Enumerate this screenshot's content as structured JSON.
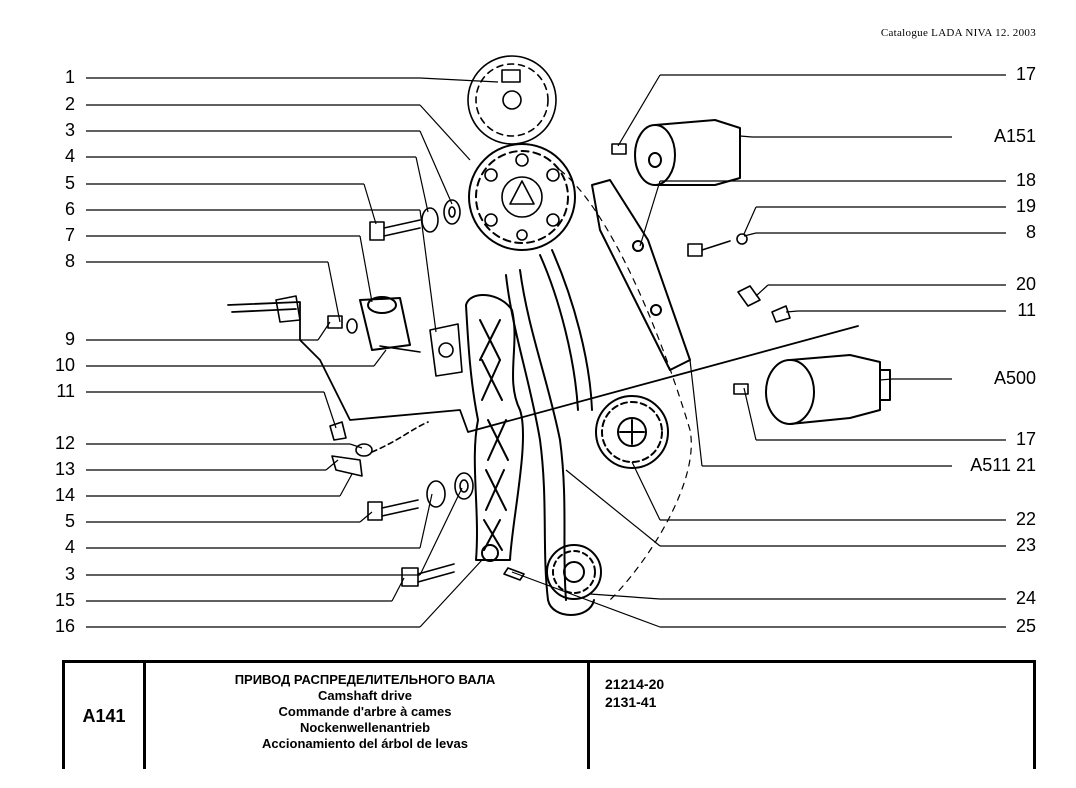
{
  "header": {
    "catalogue": "Catalogue  LADA  NIVA  12.  2003"
  },
  "callouts": {
    "left": [
      "1",
      "2",
      "3",
      "4",
      "5",
      "6",
      "7",
      "8",
      "9",
      "10",
      "11",
      "12",
      "13",
      "14",
      "5",
      "4",
      "3",
      "15",
      "16"
    ],
    "right": [
      "17",
      "A151",
      "18",
      "19",
      "8",
      "20",
      "11",
      "A500",
      "17",
      "A511  21",
      "22",
      "23",
      "24",
      "25"
    ]
  },
  "title_block": {
    "code": "A141",
    "titles": [
      "ПРИВОД РАСПРЕДЕЛИТЕЛЬНОГО ВАЛА",
      "Camshaft drive",
      "Commande d'arbre à cames",
      "Nockenwellenantrieb",
      "Accionamiento del árbol de levas"
    ],
    "refs": [
      "21214-20",
      "2131-41"
    ]
  }
}
